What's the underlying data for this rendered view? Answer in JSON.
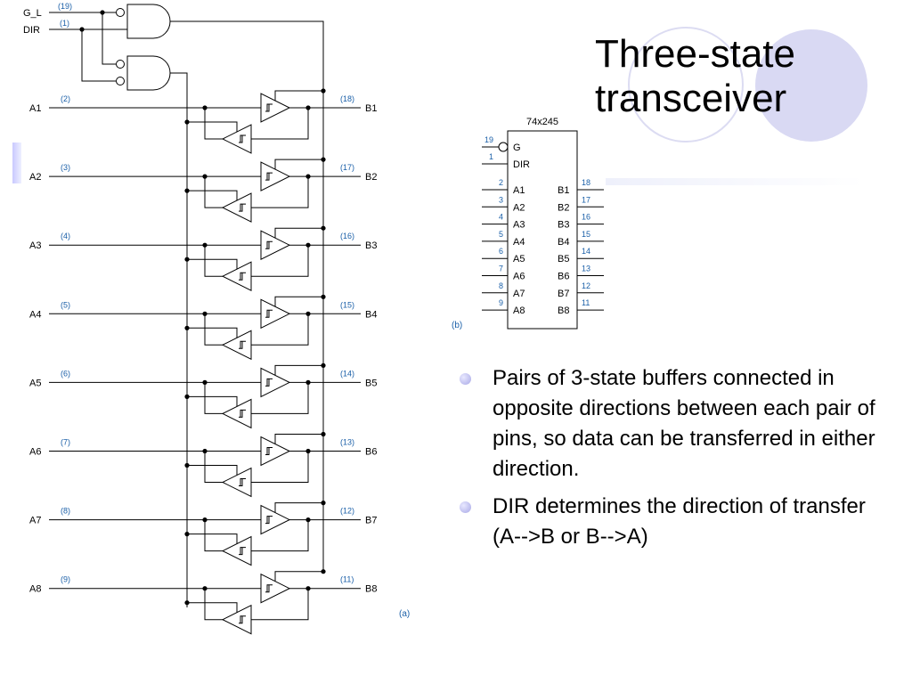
{
  "slide": {
    "title_line1": "Three-state",
    "title_line2": "transceiver",
    "bullets": [
      "Pairs of 3-state buffers connected in opposite directions between each pair of pins, so data can be transferred in either direction.",
      "DIR determines the direction of transfer (A-->B or B-->A)"
    ]
  },
  "schematic": {
    "caption": "(a)",
    "control_inputs": [
      {
        "name": "G_L",
        "pin": "(19)"
      },
      {
        "name": "DIR",
        "pin": "(1)"
      }
    ],
    "channels": [
      {
        "a": "A1",
        "a_pin": "(2)",
        "b": "B1",
        "b_pin": "(18)"
      },
      {
        "a": "A2",
        "a_pin": "(3)",
        "b": "B2",
        "b_pin": "(17)"
      },
      {
        "a": "A3",
        "a_pin": "(4)",
        "b": "B3",
        "b_pin": "(16)"
      },
      {
        "a": "A4",
        "a_pin": "(5)",
        "b": "B4",
        "b_pin": "(15)"
      },
      {
        "a": "A5",
        "a_pin": "(6)",
        "b": "B5",
        "b_pin": "(14)"
      },
      {
        "a": "A6",
        "a_pin": "(7)",
        "b": "B6",
        "b_pin": "(13)"
      },
      {
        "a": "A7",
        "a_pin": "(8)",
        "b": "B7",
        "b_pin": "(12)"
      },
      {
        "a": "A8",
        "a_pin": "(9)",
        "b": "B8",
        "b_pin": "(11)"
      }
    ]
  },
  "symbol": {
    "caption": "(b)",
    "part": "74x245",
    "controls": [
      {
        "label": "G",
        "pin": "19"
      },
      {
        "label": "DIR",
        "pin": "1"
      }
    ],
    "rows": [
      {
        "a": "A1",
        "a_pin": "2",
        "b": "B1",
        "b_pin": "18"
      },
      {
        "a": "A2",
        "a_pin": "3",
        "b": "B2",
        "b_pin": "17"
      },
      {
        "a": "A3",
        "a_pin": "4",
        "b": "B3",
        "b_pin": "16"
      },
      {
        "a": "A4",
        "a_pin": "5",
        "b": "B4",
        "b_pin": "15"
      },
      {
        "a": "A5",
        "a_pin": "6",
        "b": "B5",
        "b_pin": "14"
      },
      {
        "a": "A6",
        "a_pin": "7",
        "b": "B6",
        "b_pin": "13"
      },
      {
        "a": "A7",
        "a_pin": "8",
        "b": "B7",
        "b_pin": "12"
      },
      {
        "a": "A8",
        "a_pin": "9",
        "b": "B8",
        "b_pin": "11"
      }
    ]
  },
  "colors": {
    "pin_numbers": "#1a5fa8",
    "accent_circle": "#d9d9f3",
    "bullet": "#a8a8e6"
  }
}
